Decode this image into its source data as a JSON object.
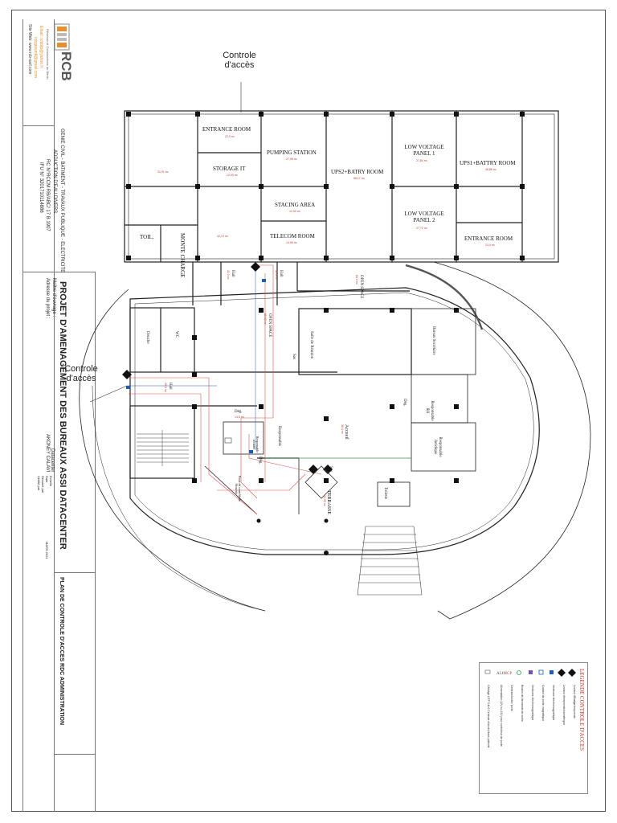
{
  "logo": {
    "brand": "RCB",
    "tagline": "Réseaux et Constructions du Bénin",
    "email_label": "Email: rcbbtp@yahoo.fr",
    "email_2": "rcbgesuntl@gmail.com",
    "website": "Site Web: www.rcb-sarl.com"
  },
  "company": {
    "line1": "GENIE CIVIL - BATIMENT - TRAVAUX PUBLIQUE - ELECTRICITE",
    "line2": "ADDUCTION D'EAU DIVERS",
    "line3": "RC N°RCCM RB/ABC/ 17 B 1907",
    "line4": "IFU N° 3201710114886"
  },
  "project": {
    "title": "PROJET D'AMENAGEMENT DES BUREAUX ASSI DATACENTER",
    "owner_label": "Maître d'ouvrage :",
    "owner_value": "Datacenter",
    "address_label": "Adresse du projet :",
    "address_value": "AKONEY CALAVI"
  },
  "titleblock": {
    "echelle": "Echelle",
    "date": "Date",
    "dessine_par": "Dessiné par",
    "verifie_par": "Vérifié par",
    "date_value": "MARS 2021"
  },
  "sheet_title": "PLAN DE CONTROLE D'ACCES RDC ADMINISTRATION",
  "callouts": {
    "top": "Controle d'accès",
    "left": "Controle d'accès"
  },
  "rooms": {
    "entrance_room_1": "ENTRANCE ROOM",
    "pumping_station": "PUMPING STATION",
    "storage_it": "STORAGE IT",
    "ups2": "UPS2+BATRY ROOM",
    "low_voltage_1": "LOW VOLTAGE PANEL 1",
    "ups1": "UPS1+BATTRY ROOM",
    "staging_area": "STACING AREA",
    "low_voltage_2": "LOW VOLTAGE PANEL 2",
    "telecom_room": "TELECOM ROOM",
    "entrance_room_2": "ENTRANCE ROOM",
    "toil": "TOIL.",
    "monte_charge": "MONTE CHARGE",
    "hall_1": "Hall",
    "hall_2": "Hall",
    "open_space_1": "OPEN SPACE",
    "open_space_2": "OPEN SPACE",
    "salle_reunion": "Salle de Réunion",
    "sas_1": "Sas",
    "bureau_secretaire": "Bureau Secrétaire",
    "douche": "Douche",
    "wc": "WC",
    "hall_3": "Hall",
    "deg_1": "Dég.",
    "deg_2": "Dég.",
    "responsable_1": "Responsable",
    "responsable_2": "Responsable RH",
    "responsable_3": "Responsable Juridique",
    "accueil": "Accueil",
    "responsable_securite": "Responsable sécurité",
    "poste_controle": "Poste de contrôle de Sécurité",
    "deg_3": "Dég.",
    "sas_2": "Sas",
    "terrasse": "TERRASSE",
    "toilette": "Toilette"
  },
  "areas": {
    "a1": "31,91 m²",
    "a2": "22,0 m²",
    "a3": "27,98 m²",
    "a4": "12,00 m²",
    "a5": "56,17 m²",
    "a6": "27,84 m²",
    "a7": "46,88 m²",
    "a8": "12,00 m²",
    "a9": "27,72 m²",
    "a10": "14,96 m²",
    "a11": "13,0 m²",
    "a12": "42,74 m²",
    "a13": "11,0 m²",
    "a14": "11,0 m²",
    "a15": "83,3 m²",
    "a16": "65,60 m²",
    "a17": "26,6 m²",
    "a18": "14,8 m²",
    "a19": "38,4 m²",
    "a20": "22,98 m²"
  },
  "legend": {
    "title": "LEGENDE CONTROLE D'ACCES",
    "items": [
      "Lecteur d'Badge/empreinte",
      "Lecteur d'empreinte/biométrique",
      "Ventouse électromagnétique",
      "Contact de porte magnétique",
      "Ventouse électromagnétique",
      "Bouton de demande de sortie",
      "Centrale/boitier porte",
      "Alimentation 12V ou 24V pour contrôleur de porte",
      "Câblage UTP Cat 6 Centrale d'accès dans plafond"
    ]
  },
  "colors": {
    "wall": "#222222",
    "cable": "#d9534f",
    "device": "#1a5fb4",
    "legend_title": "#c0392b",
    "logo_orange": "#e8902c"
  }
}
